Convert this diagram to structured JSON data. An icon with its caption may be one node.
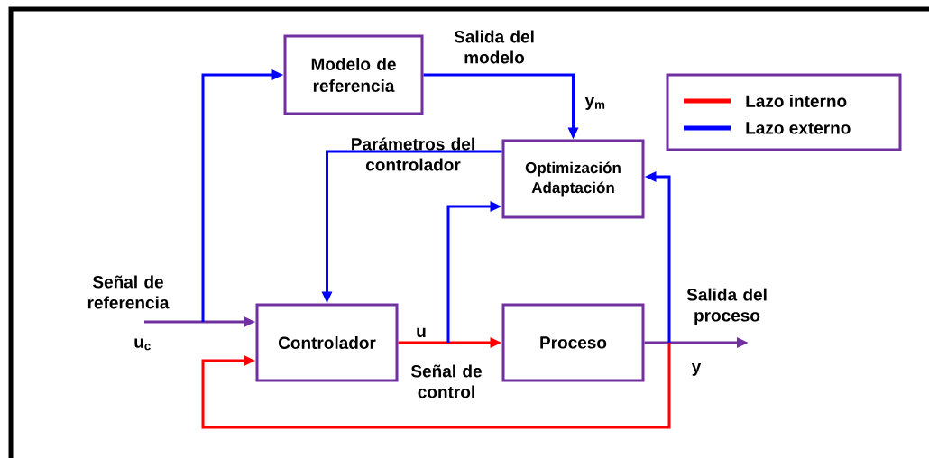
{
  "diagram": {
    "nodes": [
      {
        "text": [
          "Modelo de referencia"
        ]
      },
      {
        "text": [
          "Optimización Adaptación"
        ]
      },
      {
        "text": [
          "Controlador"
        ]
      },
      {
        "text": [
          "Proceso"
        ]
      }
    ],
    "edges": [
      {
        "from": null,
        "to": 2,
        "arrow": "to",
        "color": "#7030a0"
      },
      {
        "from": null,
        "to": 0,
        "arrow": "to"
      },
      {
        "from": 0,
        "to": 1,
        "arrow": "to"
      },
      {
        "from": 1,
        "to": 2,
        "arrow": "to"
      },
      {
        "from": 2,
        "to": 3,
        "arrow": "to",
        "color": "#ff0000"
      },
      {
        "from": 2,
        "to": 1,
        "arrow": "to"
      },
      {
        "from": 3,
        "to": null,
        "arrow": "to",
        "color": "#7030a0"
      },
      {
        "from": 3,
        "to": 1,
        "arrow": "to"
      },
      {
        "from": 3,
        "to": 2,
        "arrow": "to",
        "color": "#ff0000"
      }
    ],
    "labels": [
      "Salida del modelo",
      "y$_{m}$",
      "Parámetros del controlador",
      "Señal de referencia",
      "u",
      "Salida del proceso",
      "u$_{c}$",
      "Señal de control",
      "y"
    ],
    "legend": [
      {
        "text": "Lazo interno",
        "color": "#ff0000"
      },
      {
        "text": "Lazo externo",
        "color": "#0000ff"
      }
    ]
  }
}
